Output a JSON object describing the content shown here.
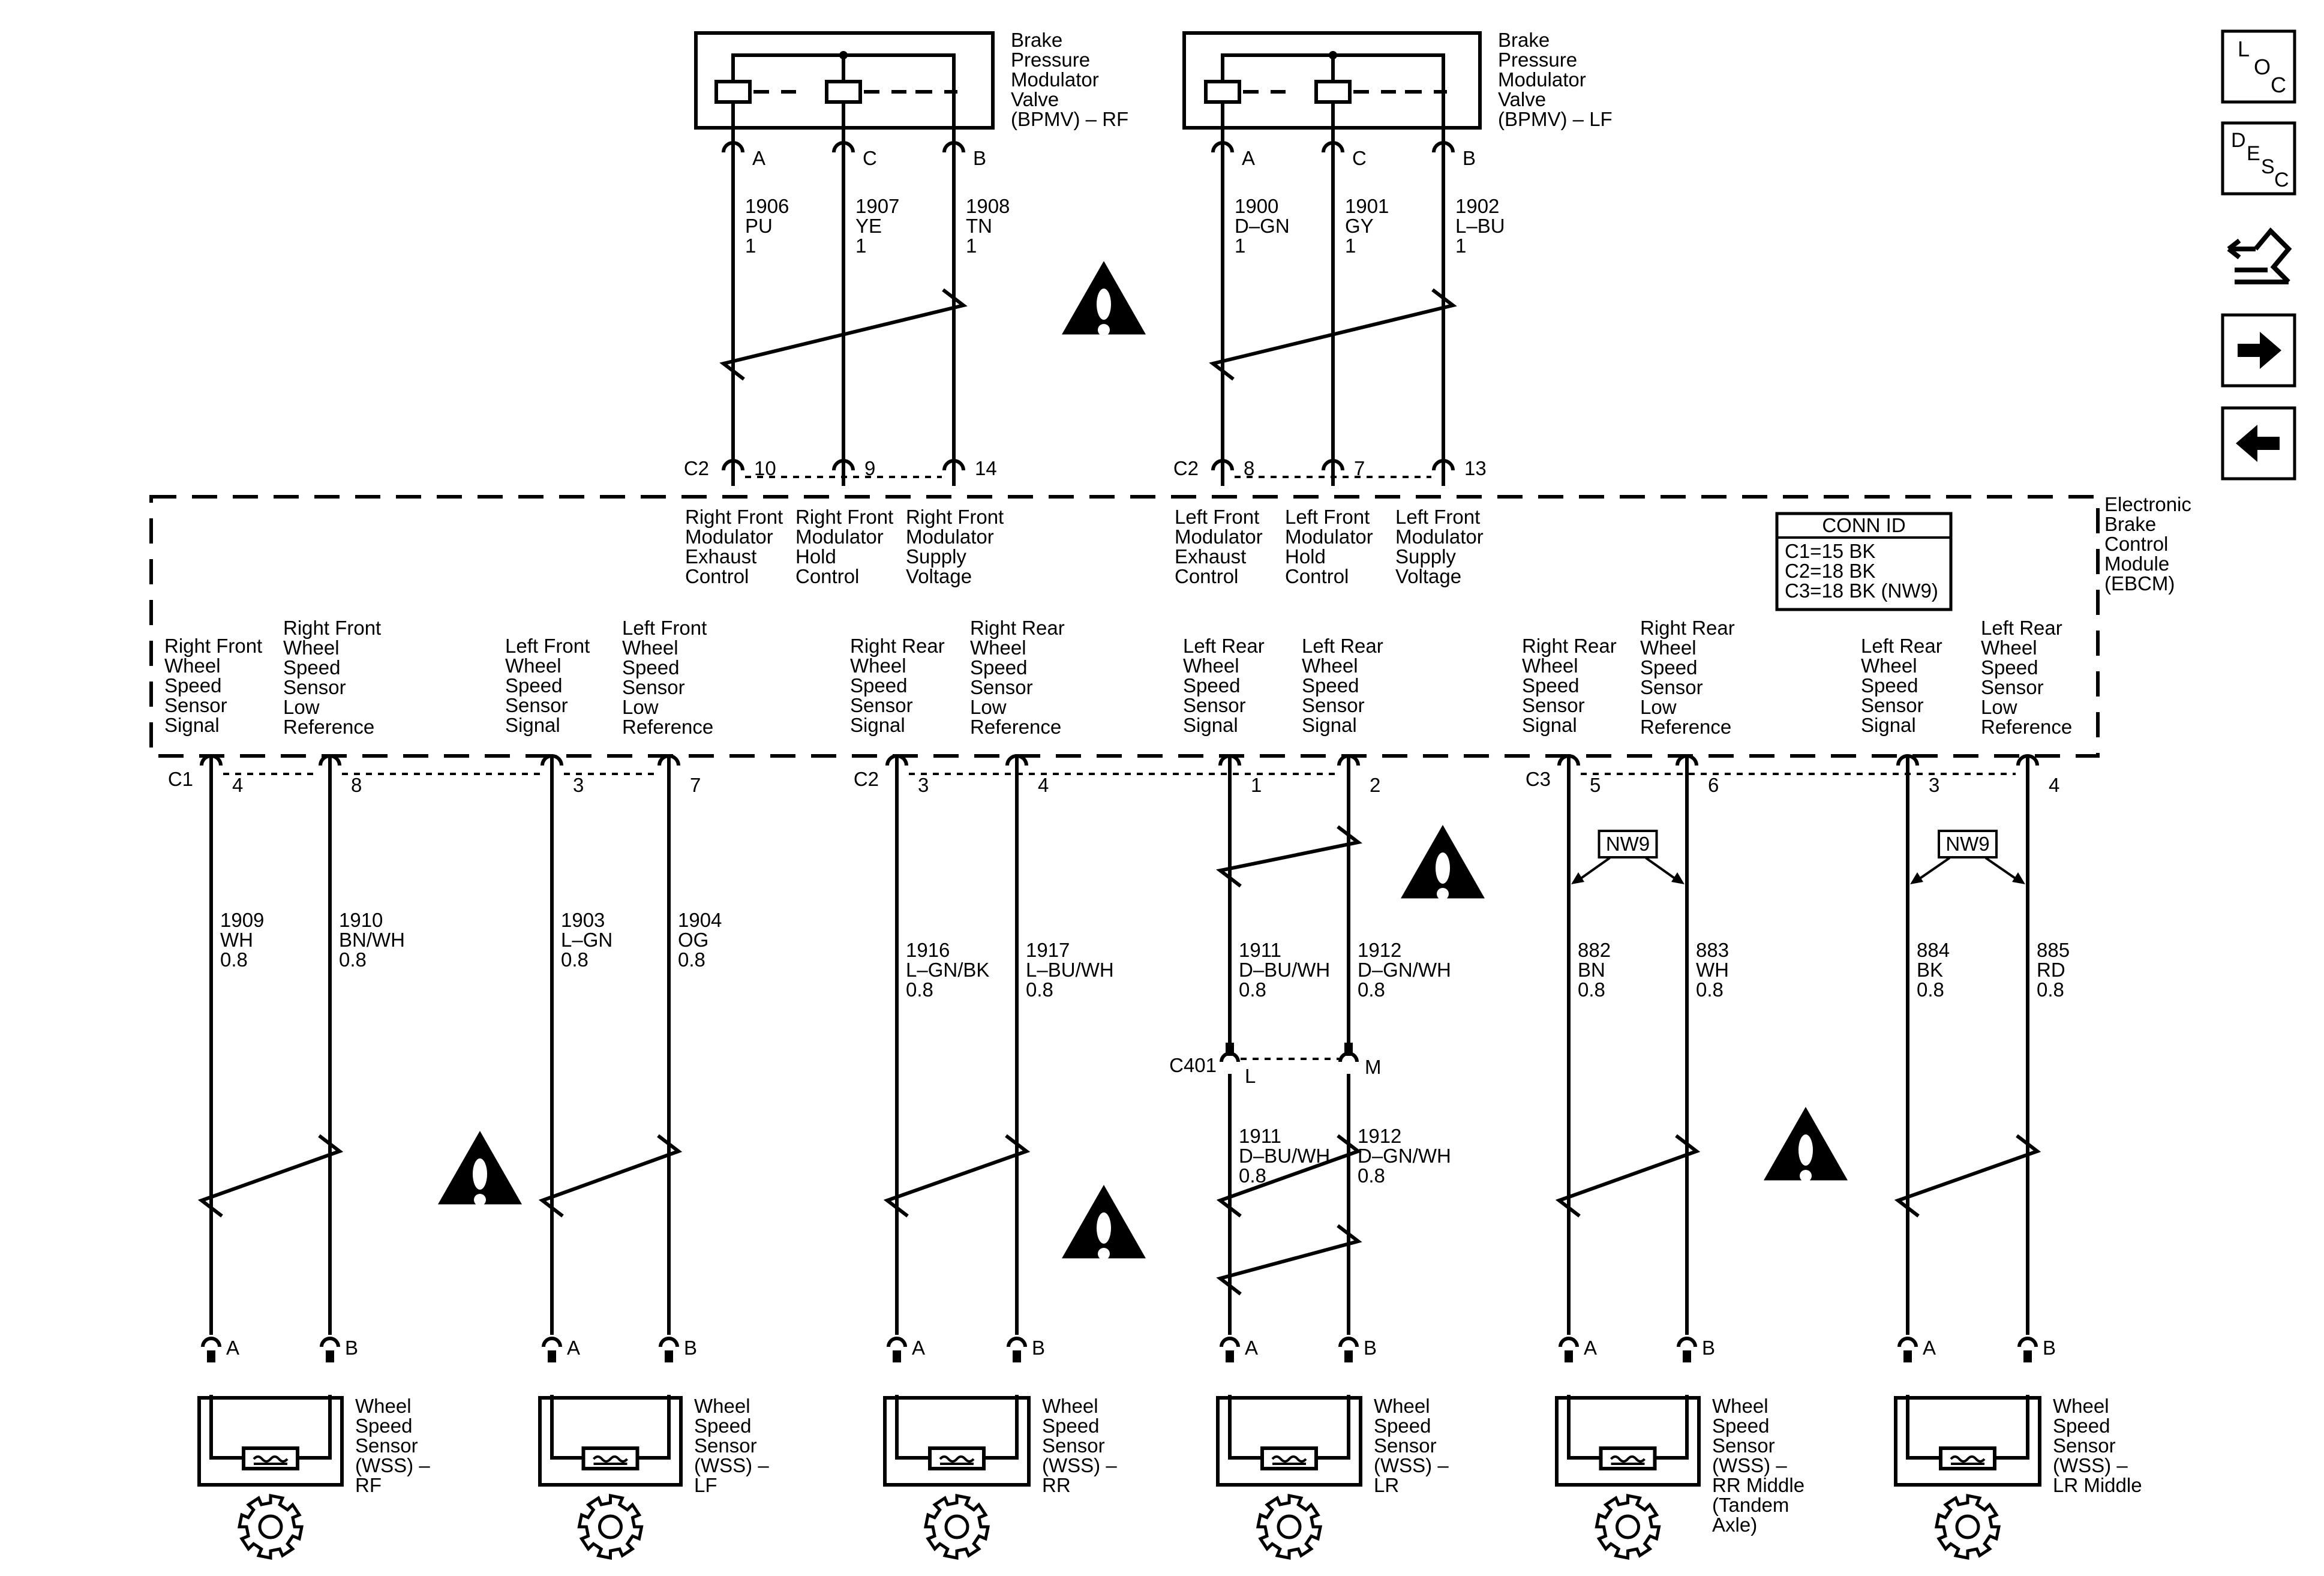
{
  "side_buttons": [
    {
      "name": "loc-button",
      "glyph": "LOC"
    },
    {
      "name": "desc-button",
      "glyph": "DESC"
    },
    {
      "name": "schematic-icon-button",
      "glyph": "schematic"
    },
    {
      "name": "next-button",
      "glyph": "arrow-right"
    },
    {
      "name": "previous-button",
      "glyph": "arrow-left"
    }
  ],
  "ebcm": {
    "label": [
      "Electronic",
      "Brake",
      "Control",
      "Module",
      "(EBCM)"
    ],
    "conn_id": {
      "title": "CONN ID",
      "lines": [
        "C1=15 BK",
        "C2=18 BK",
        "C3=18 BK (NW9)"
      ]
    }
  },
  "modulators": [
    {
      "label": [
        "Brake",
        "Pressure",
        "Modulator",
        "Valve",
        "(BPMV) – RF"
      ],
      "connector": "C2",
      "pins": [
        {
          "letter": "A",
          "circuit": "1906",
          "color": "PU",
          "size": "1",
          "ebcm_pin": "10",
          "func": [
            "Right Front",
            "Modulator",
            "Exhaust",
            "Control"
          ]
        },
        {
          "letter": "C",
          "circuit": "1907",
          "color": "YE",
          "size": "1",
          "ebcm_pin": "9",
          "func": [
            "Right Front",
            "Modulator",
            "Hold",
            "Control"
          ]
        },
        {
          "letter": "B",
          "circuit": "1908",
          "color": "TN",
          "size": "1",
          "ebcm_pin": "14",
          "func": [
            "Right Front",
            "Modulator",
            "Supply",
            "Voltage"
          ]
        }
      ]
    },
    {
      "label": [
        "Brake",
        "Pressure",
        "Modulator",
        "Valve",
        "(BPMV) – LF"
      ],
      "connector": "C2",
      "pins": [
        {
          "letter": "A",
          "circuit": "1900",
          "color": "D–GN",
          "size": "1",
          "ebcm_pin": "8",
          "func": [
            "Left Front",
            "Modulator",
            "Exhaust",
            "Control"
          ]
        },
        {
          "letter": "C",
          "circuit": "1901",
          "color": "GY",
          "size": "1",
          "ebcm_pin": "7",
          "func": [
            "Left Front",
            "Modulator",
            "Hold",
            "Control"
          ]
        },
        {
          "letter": "B",
          "circuit": "1902",
          "color": "L–BU",
          "size": "1",
          "ebcm_pin": "13",
          "func": [
            "Left Front",
            "Modulator",
            "Supply",
            "Voltage"
          ]
        }
      ]
    }
  ],
  "sensors": [
    {
      "connector": "C1",
      "label": [
        "Wheel",
        "Speed",
        "Sensor",
        "(WSS) –",
        "RF"
      ],
      "signal": {
        "pin": "4",
        "letter": "A",
        "circuit": "1909",
        "color": "WH",
        "size": "0.8",
        "func": [
          "Right Front",
          "Wheel",
          "Speed",
          "Sensor",
          "Signal"
        ]
      },
      "low": {
        "pin": "8",
        "letter": "B",
        "circuit": "1910",
        "color": "BN/WH",
        "size": "0.8",
        "func": [
          "Right Front",
          "Wheel",
          "Speed",
          "Sensor",
          "Low",
          "Reference"
        ]
      }
    },
    {
      "connector": "",
      "label": [
        "Wheel",
        "Speed",
        "Sensor",
        "(WSS) –",
        "LF"
      ],
      "signal": {
        "pin": "3",
        "letter": "A",
        "circuit": "1903",
        "color": "L–GN",
        "size": "0.8",
        "func": [
          "Left Front",
          "Wheel",
          "Speed",
          "Sensor",
          "Signal"
        ]
      },
      "low": {
        "pin": "7",
        "letter": "B",
        "circuit": "1904",
        "color": "OG",
        "size": "0.8",
        "func": [
          "Left Front",
          "Wheel",
          "Speed",
          "Sensor",
          "Low",
          "Reference"
        ]
      }
    },
    {
      "connector": "C2",
      "label": [
        "Wheel",
        "Speed",
        "Sensor",
        "(WSS) –",
        "RR"
      ],
      "signal": {
        "pin": "3",
        "letter": "A",
        "circuit": "1916",
        "color": "L–GN/BK",
        "size": "0.8",
        "func": [
          "Right Rear",
          "Wheel",
          "Speed",
          "Sensor",
          "Signal"
        ]
      },
      "low": {
        "pin": "4",
        "letter": "B",
        "circuit": "1917",
        "color": "L–BU/WH",
        "size": "0.8",
        "func": [
          "Right Rear",
          "Wheel",
          "Speed",
          "Sensor",
          "Low",
          "Reference"
        ]
      }
    },
    {
      "connector": "",
      "label": [
        "Wheel",
        "Speed",
        "Sensor",
        "(WSS) –",
        "LR"
      ],
      "signal": {
        "pin": "1",
        "letter": "A",
        "circuit": "1911",
        "color": "D–BU/WH",
        "size": "0.8",
        "func": [
          "Left Rear",
          "Wheel",
          "Speed",
          "Sensor",
          "Signal"
        ]
      },
      "low": {
        "pin": "2",
        "letter": "B",
        "circuit": "1912",
        "color": "D–GN/WH",
        "size": "0.8",
        "func": [
          "Left Rear",
          "Wheel",
          "Speed",
          "Sensor",
          "Signal"
        ]
      }
    },
    {
      "connector": "C3",
      "label": [
        "Wheel",
        "Speed",
        "Sensor",
        "(WSS) –",
        "RR Middle",
        "(Tandem",
        "Axle)"
      ],
      "signal": {
        "pin": "5",
        "letter": "A",
        "circuit": "882",
        "color": "BN",
        "size": "0.8",
        "func": [
          "Right Rear",
          "Wheel",
          "Speed",
          "Sensor",
          "Signal"
        ]
      },
      "low": {
        "pin": "6",
        "letter": "B",
        "circuit": "883",
        "color": "WH",
        "size": "0.8",
        "func": [
          "Right Rear",
          "Wheel",
          "Speed",
          "Sensor",
          "Low",
          "Reference"
        ]
      },
      "option": "NW9"
    },
    {
      "connector": "",
      "label": [
        "Wheel",
        "Speed",
        "Sensor",
        "(WSS) –",
        "LR Middle"
      ],
      "signal": {
        "pin": "3",
        "letter": "A",
        "circuit": "884",
        "color": "BK",
        "size": "0.8",
        "func": [
          "Left Rear",
          "Wheel",
          "Speed",
          "Sensor",
          "Signal"
        ]
      },
      "low": {
        "pin": "4",
        "letter": "B",
        "circuit": "885",
        "color": "RD",
        "size": "0.8",
        "func": [
          "Left Rear",
          "Wheel",
          "Speed",
          "Sensor",
          "Low",
          "Reference"
        ]
      },
      "option": "NW9"
    }
  ],
  "inline_connector": {
    "name": "C401",
    "pins": [
      "L",
      "M"
    ]
  }
}
